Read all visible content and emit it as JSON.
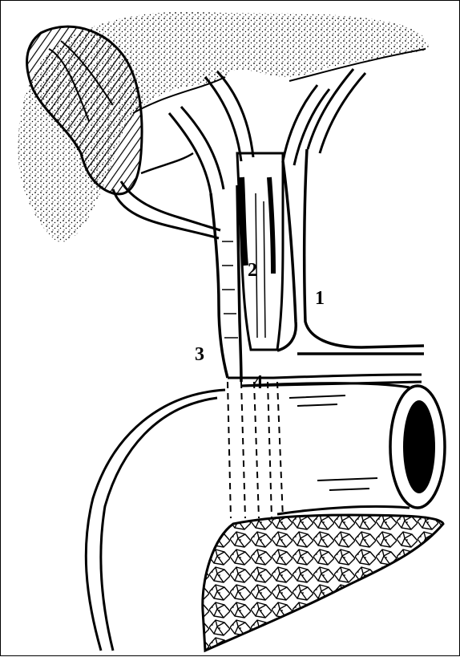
{
  "figure": {
    "labels": {
      "one": "1",
      "two": "2",
      "three": "3",
      "four": "4"
    },
    "colors": {
      "ink": "#000000",
      "paper": "#ffffff"
    }
  }
}
